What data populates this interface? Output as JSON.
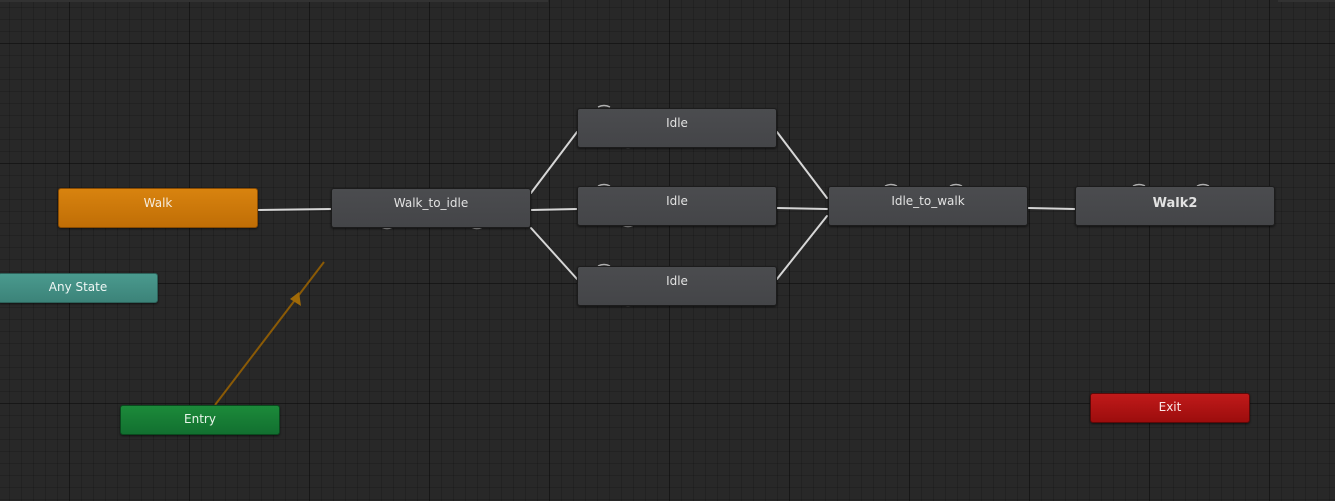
{
  "graph": {
    "nodes": {
      "walk": {
        "label": "Walk"
      },
      "walk_to_idle": {
        "label": "Walk_to_idle"
      },
      "idle_top": {
        "label": "Idle"
      },
      "idle_mid": {
        "label": "Idle"
      },
      "idle_bottom": {
        "label": "Idle"
      },
      "idle_to_walk": {
        "label": "Idle_to_walk"
      },
      "walk2": {
        "label": "Walk2"
      },
      "any_state": {
        "label": "Any State"
      },
      "entry": {
        "label": "Entry"
      },
      "exit": {
        "label": "Exit"
      }
    },
    "colors": {
      "default_state": "#c8770a",
      "state": "#48494c",
      "any_state": "#43918a",
      "entry": "#157a35",
      "exit": "#ae1414",
      "transition": "#d6d6d6",
      "entry_transition": "#8a5a06"
    }
  }
}
